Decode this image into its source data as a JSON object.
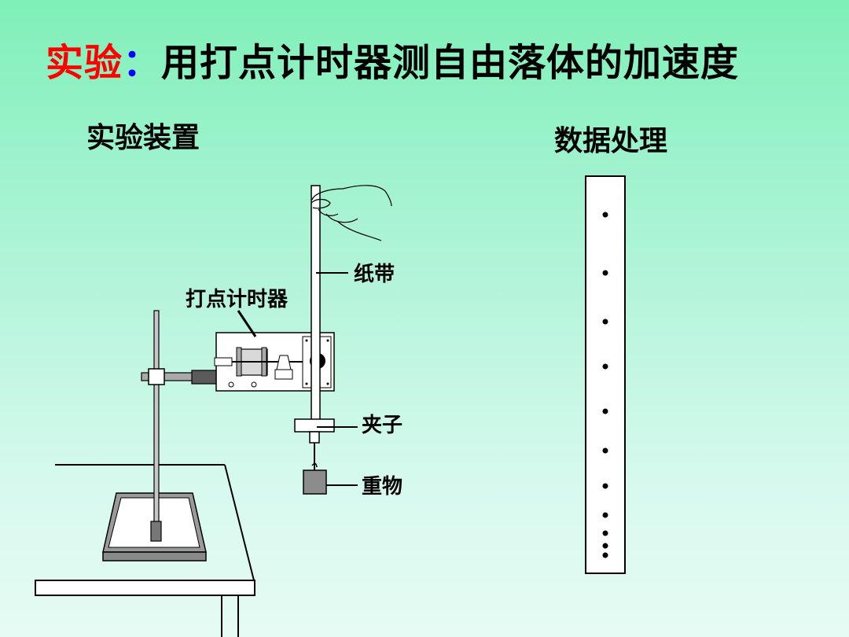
{
  "title": {
    "prefix": "实验",
    "colon": "：",
    "main": "用打点计时器测自由落体的加速度"
  },
  "sections": {
    "apparatus": "实验装置",
    "data_processing": "数据处理"
  },
  "labels": {
    "paper_tape": "纸带",
    "timer": "打点计时器",
    "clip": "夹子",
    "weight": "重物"
  },
  "colors": {
    "title_prefix": "#ff0000",
    "title_colon": "#0000ff"
  }
}
